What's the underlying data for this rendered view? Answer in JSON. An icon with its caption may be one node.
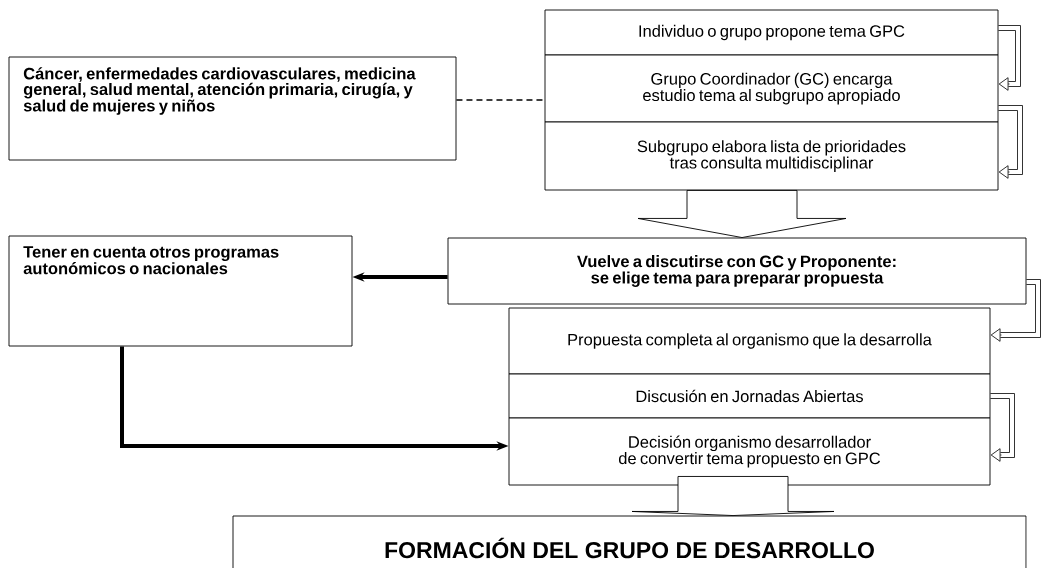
{
  "diagram": {
    "nodes": [
      {
        "text": [
          "Individuo o grupo propone tema GPC"
        ]
      },
      {
        "text": [
          "Grupo Coordinador (GC) encarga estudio tema al subgrupo apropiado"
        ]
      },
      {
        "text": [
          "Subgrupo elabora lista de prioridades tras consulta multidisciplinar"
        ]
      },
      {
        "text": [
          "Cáncer, enfermedades cardiovasculares, medicina general, salud mental, atención primaria, cirugía, y salud de mujeres y niños"
        ]
      },
      {
        "text": [
          "Tener en cuenta otros programas autonómicos o nacionales"
        ]
      },
      {
        "text": [
          "Vuelve a discutirse con GC y Proponente: se elige tema para preparar propuesta"
        ]
      },
      {
        "text": [
          "Propuesta completa al organismo que la desarrolla"
        ]
      },
      {
        "text": [
          "Discusión en Jornadas Abiertas"
        ]
      },
      {
        "text": [
          "Decisión organismo desarrollador de convertir tema propuesto en GPC"
        ]
      },
      {
        "text": [
          "FORMACIÓN DEL GRUPO DE DESARROLLO"
        ]
      }
    ],
    "edges": [
      {
        "from": 3,
        "to": 1,
        "arrow": "none",
        "style": "dashed"
      },
      {
        "from": 0,
        "to": 1,
        "arrow": "to"
      },
      {
        "from": 1,
        "to": 2,
        "arrow": "to"
      },
      {
        "from": 2,
        "to": 5,
        "arrow": "to"
      },
      {
        "from": 5,
        "to": 4,
        "arrow": "to",
        "style": "thick"
      },
      {
        "from": 5,
        "to": 6,
        "arrow": "to"
      },
      {
        "from": 7,
        "to": 8,
        "arrow": "to"
      },
      {
        "from": 4,
        "to": 8,
        "arrow": "to",
        "style": "thick"
      },
      {
        "from": 8,
        "to": 9,
        "arrow": "to"
      }
    ]
  }
}
